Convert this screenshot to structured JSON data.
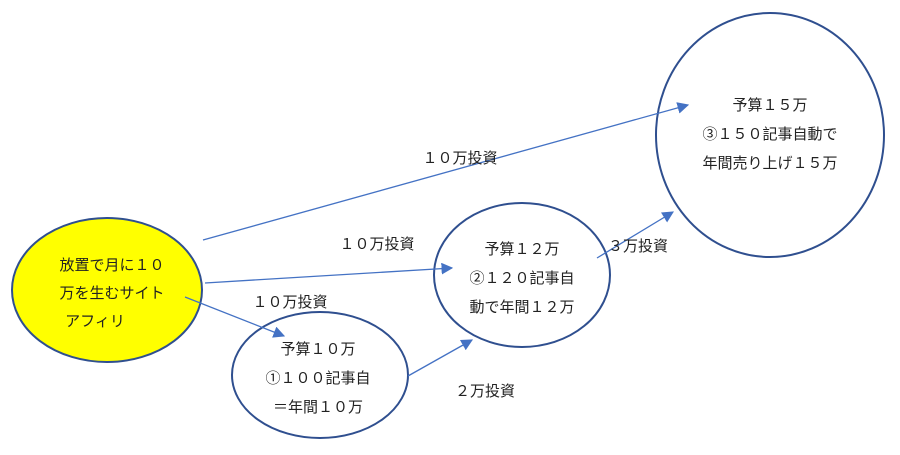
{
  "colors": {
    "start_fill": "#ffff00",
    "node_stroke": "#2f4f8f",
    "arrow": "#4472c4"
  },
  "nodes": {
    "start": {
      "lines": [
        "放置で月に１０",
        "万を生むサイト",
        "アフィリ"
      ]
    },
    "step1": {
      "lines": [
        "予算１０万",
        "①１００記事自",
        "＝年間１０万"
      ]
    },
    "step2": {
      "lines": [
        "予算１２万",
        "②１２０記事自",
        "動で年間１２万"
      ]
    },
    "step3": {
      "lines": [
        "予算１５万",
        "③１５０記事自動で",
        "年間売り上げ１５万"
      ]
    }
  },
  "edges": {
    "start_to_step3": "１０万投資",
    "start_to_step2": "１０万投資",
    "start_to_step1": "１０万投資",
    "step1_to_step2": "２万投資",
    "step2_to_step3": "３万投資"
  }
}
